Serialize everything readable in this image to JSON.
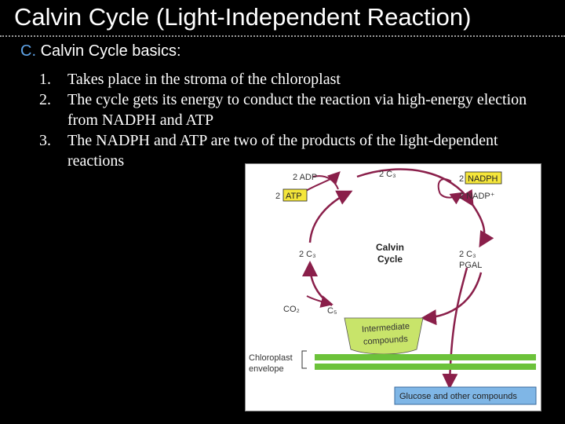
{
  "title": "Calvin Cycle (Light-Independent Reaction)",
  "section": {
    "letter": "C.",
    "heading": "Calvin Cycle basics:"
  },
  "points": [
    {
      "num": "1.",
      "text": "Takes place in the stroma of the chloroplast"
    },
    {
      "num": "2.",
      "text": "The cycle gets its energy to conduct the reaction via high-energy election from NADPH and ATP"
    },
    {
      "num": "3.",
      "text": "The NADPH and ATP are two of the products of the light-dependent reactions"
    }
  ],
  "diagram": {
    "adp": "2 ADP",
    "atp_coef": "2",
    "atp": "ATP",
    "c3_top": "2 C₃",
    "nadph_coef": "2",
    "nadph": "NADPH",
    "nadp": "2 NADP⁺",
    "cycle_name_line1": "Calvin",
    "cycle_name_line2": "Cycle",
    "c3_left": "2 C₃",
    "c3_right": "2 C₃",
    "pgal": "PGAL",
    "co2": "CO₂",
    "c5": "C₅",
    "intermediate_line1": "Intermediate",
    "intermediate_line2": "compounds",
    "envelope_line1": "Chloroplast",
    "envelope_line2": "envelope",
    "glucose": "Glucose and other compounds",
    "colors": {
      "arrow": "#8a1f4a",
      "highlight": "#f5e63a",
      "lime": "#c8e46a",
      "membrane": "#6cc23a",
      "glucose_box": "#7fb6e6"
    }
  }
}
